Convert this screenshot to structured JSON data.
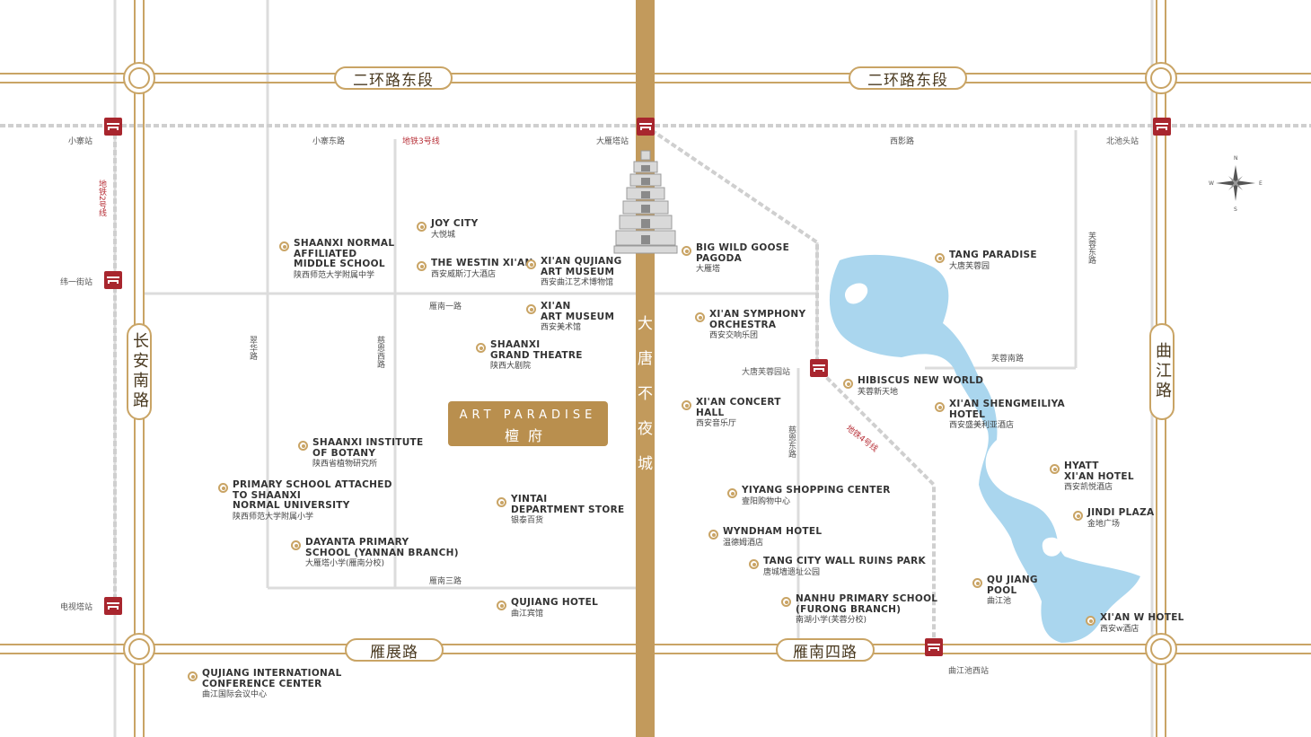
{
  "roads": {
    "ring2_east_left": "二环路东段",
    "ring2_east_right": "二环路东段",
    "changan_south": "长安南路",
    "qujiang": "曲江路",
    "yanzhan": "雁展路",
    "yannan4": "雁南四路",
    "xiaozhai_east": "小寨东路",
    "yannan1": "雁南一路",
    "yannan3": "雁南三路",
    "cuihua": "翠华路",
    "cien_west": "慈恩西路",
    "cien_east": "慈恩东路",
    "xiying": "西影路",
    "furong_east": "芙蓉东路",
    "furong_south": "芙蓉南路",
    "datang_furong_station": "大唐芙蓉园站"
  },
  "avenue": "大唐不夜城",
  "metro": {
    "line3": "地铁3号线",
    "line2": "地铁2号线",
    "line4": "地铁4号线",
    "stations": {
      "xiaozhai": "小寨站",
      "dayanta": "大雁塔站",
      "beichitou": "北池头站",
      "weiyijie": "纬一街站",
      "dianshita": "电视塔站",
      "qujiangchixi": "曲江池西站"
    }
  },
  "project": {
    "en": "ART PARADISE",
    "cn": "檀府"
  },
  "compass": {
    "n": "N",
    "e": "E",
    "s": "S",
    "w": "W"
  },
  "pois": [
    {
      "en": "JOY CITY",
      "cn": "大悦城"
    },
    {
      "en": "SHAANXI NORMAL\nAFFILIATED\nMIDDLE SCHOOL",
      "cn": "陕西师范大学附属中学"
    },
    {
      "en": "THE WESTIN XI'AN",
      "cn": "西安威斯汀大酒店"
    },
    {
      "en": "XI'AN QUJIANG\nART MUSEUM",
      "cn": "西安曲江艺术博物馆"
    },
    {
      "en": "BIG WILD GOOSE\nPAGODA",
      "cn": "大雁塔"
    },
    {
      "en": "TANG PARADISE",
      "cn": "大唐芙蓉园"
    },
    {
      "en": "XI'AN\nART MUSEUM",
      "cn": "西安美术馆"
    },
    {
      "en": "XI'AN SYMPHONY\nORCHESTRA",
      "cn": "西安交响乐团"
    },
    {
      "en": "SHAANXI\nGRAND THEATRE",
      "cn": "陕西大剧院"
    },
    {
      "en": "HIBISCUS NEW WORLD",
      "cn": "芙蓉新天地"
    },
    {
      "en": "XI'AN CONCERT\nHALL",
      "cn": "西安音乐厅"
    },
    {
      "en": "XI'AN SHENGMEILIYA\nHOTEL",
      "cn": "西安盛美利亚酒店"
    },
    {
      "en": "SHAANXI INSTITUTE\nOF BOTANY",
      "cn": "陕西省植物研究所"
    },
    {
      "en": "HYATT\nXI'AN HOTEL",
      "cn": "西安凯悦酒店"
    },
    {
      "en": "PRIMARY SCHOOL ATTACHED\nTO SHAANXI\nNORMAL UNIVERSITY",
      "cn": "陕西师范大学附属小学"
    },
    {
      "en": "YIYANG SHOPPING CENTER",
      "cn": "壹阳购物中心"
    },
    {
      "en": "YINTAI\nDEPARTMENT STORE",
      "cn": "银泰百货"
    },
    {
      "en": "JINDI PLAZA",
      "cn": "金地广场"
    },
    {
      "en": "WYNDHAM HOTEL",
      "cn": "温德姆酒店"
    },
    {
      "en": "DAYANTA PRIMARY\nSCHOOL (YANNAN BRANCH)",
      "cn": "大雁塔小学(雁南分校)"
    },
    {
      "en": "TANG CITY WALL RUINS PARK",
      "cn": "唐城墙遗址公园"
    },
    {
      "en": "QU JIANG\nPOOL",
      "cn": "曲江池"
    },
    {
      "en": "QUJIANG HOTEL",
      "cn": "曲江宾馆"
    },
    {
      "en": "NANHU PRIMARY SCHOOL\n(FURONG BRANCH)",
      "cn": "南湖小学(芙蓉分校)"
    },
    {
      "en": "XI'AN W HOTEL",
      "cn": "西安w酒店"
    },
    {
      "en": "QUJIANG INTERNATIONAL\nCONFERENCE CENTER",
      "cn": "曲江国际会议中心"
    }
  ],
  "colors": {
    "gold": "#c9a465",
    "avenue": "#c29a5c",
    "metro_red": "#a8262e",
    "lake": "#aad6ee",
    "grey_road": "#dcdcdc"
  }
}
